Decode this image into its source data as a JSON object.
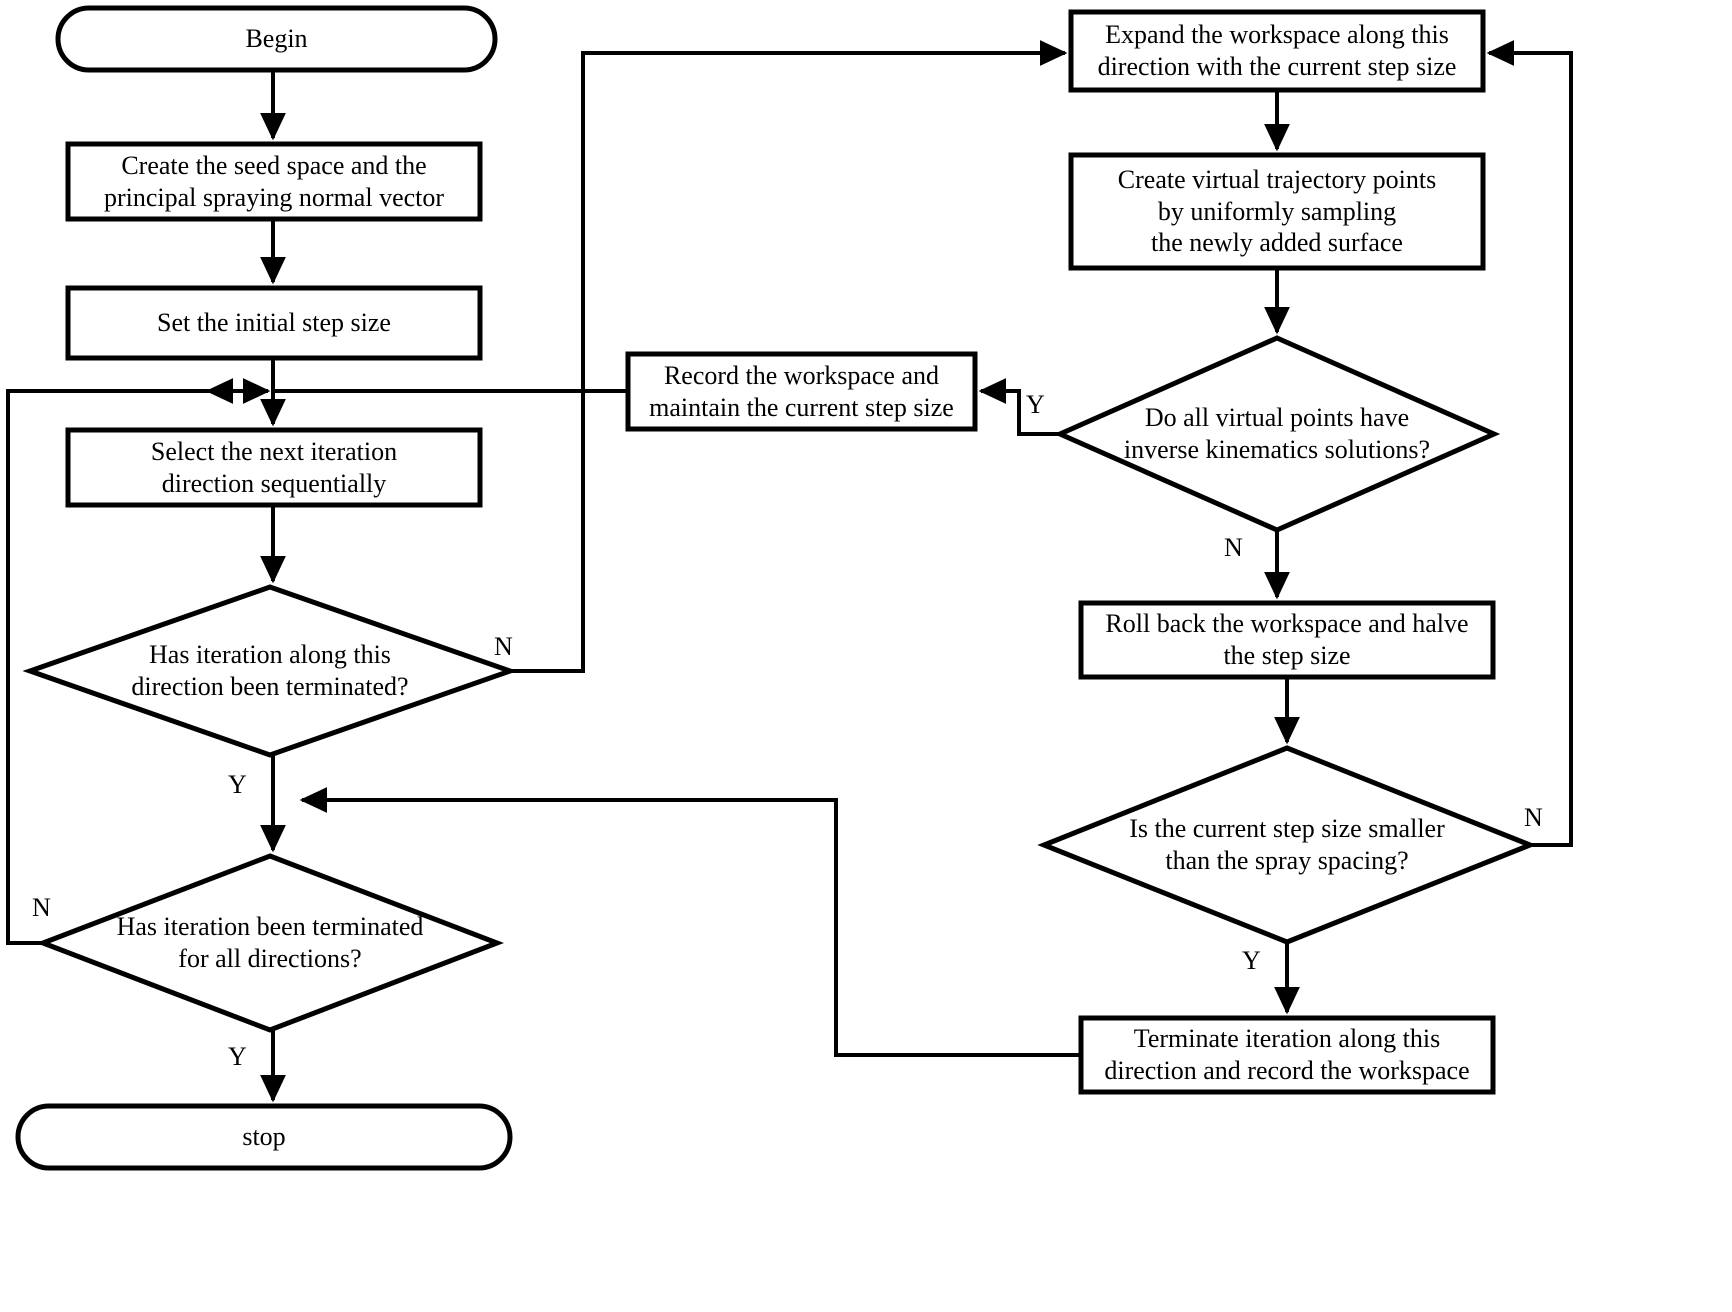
{
  "diagram": {
    "title": "Workspace expansion iteration flowchart",
    "stroke_color": "#000000",
    "fill_color": "#ffffff",
    "background": "#ffffff"
  },
  "nodes": {
    "begin": {
      "label": "Begin",
      "shape": "terminator"
    },
    "create_seed": {
      "label": "Create the seed space and  the\nprincipal spraying normal vector",
      "shape": "process"
    },
    "set_step": {
      "label": "Set the initial step size",
      "shape": "process"
    },
    "select_direction": {
      "label": "Select the next iteration\ndirection sequentially",
      "shape": "process"
    },
    "dir_terminated": {
      "label": "Has iteration along this\ndirection been terminated?",
      "shape": "decision"
    },
    "all_terminated": {
      "label": "Has iteration been terminated\nfor all directions?",
      "shape": "decision"
    },
    "stop": {
      "label": "stop",
      "shape": "terminator"
    },
    "expand": {
      "label": "Expand the workspace along this\ndirection with the current step size",
      "shape": "process"
    },
    "create_virtual": {
      "label": "Create virtual trajectory points\nby uniformly sampling\nthe newly added surface",
      "shape": "process"
    },
    "ik_solutions": {
      "label": "Do all virtual points have\ninverse kinematics solutions?",
      "shape": "decision"
    },
    "record_workspace": {
      "label": "Record the workspace and\nmaintain the current step size",
      "shape": "process"
    },
    "rollback": {
      "label": "Roll back the workspace and halve\nthe step size",
      "shape": "process"
    },
    "step_vs_spacing": {
      "label": "Is the current step size smaller\nthan the spray spacing?",
      "shape": "decision"
    },
    "terminate_direction": {
      "label": "Terminate iteration along this\ndirection and record the workspace",
      "shape": "process"
    }
  },
  "edge_labels": {
    "dir_terminated_n": "N",
    "dir_terminated_y": "Y",
    "all_terminated_n": "N",
    "all_terminated_y": "Y",
    "ik_y": "Y",
    "ik_n": "N",
    "step_n": "N",
    "step_y": "Y"
  }
}
